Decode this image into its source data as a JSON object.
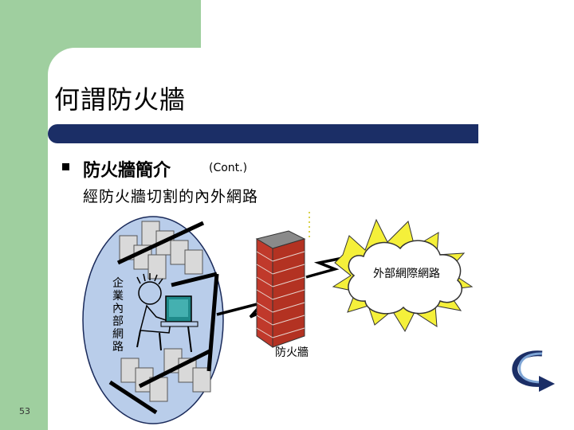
{
  "slide": {
    "title": "何謂防火牆",
    "heading": "防火牆簡介",
    "heading_note": "(Cont.)",
    "subtitle": "經防火牆切割的內外網路",
    "slide_number": "53"
  },
  "diagram": {
    "internal_label_chars": [
      "企",
      "業",
      "內",
      "部",
      "網",
      "路"
    ],
    "firewall_label": "防火牆",
    "external_label": "外部網際網路"
  },
  "icons": [
    "bullet-square-icon",
    "return-arrow-icon"
  ],
  "colors": {
    "background_green": "#9fcf9f",
    "title_bar": "#1b2e66",
    "brick": "#c0392b",
    "internal_oval": "#b9cdea",
    "starburst": "#f5f03a"
  }
}
